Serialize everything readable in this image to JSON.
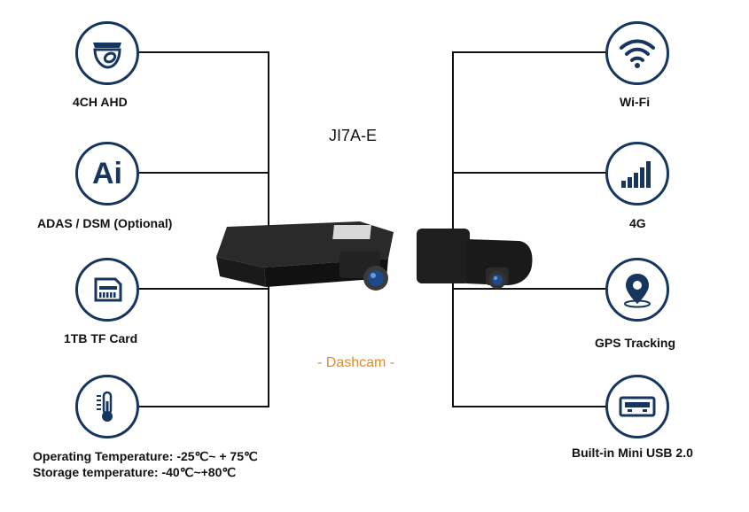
{
  "product_name": "JI7A-E",
  "caption": "- Dashcam -",
  "colors": {
    "icon_stroke": "#16365f",
    "caption": "#e88a1a",
    "lines": "#111111"
  },
  "left_features": [
    {
      "icon": "camera-dome-icon",
      "label": "4CH AHD"
    },
    {
      "icon": "ai-icon",
      "label": "ADAS / DSM (Optional)",
      "icon_text": "Ai"
    },
    {
      "icon": "memory-card-icon",
      "label": "1TB TF Card"
    },
    {
      "icon": "thermometer-icon",
      "label_lines": [
        "Operating Temperature: -25℃~ + 75℃",
        "Storage temperature: -40℃~+80℃"
      ]
    }
  ],
  "right_features": [
    {
      "icon": "wifi-icon",
      "label": "Wi-Fi"
    },
    {
      "icon": "signal-bars-icon",
      "label": "4G"
    },
    {
      "icon": "location-pin-icon",
      "label": "GPS Tracking"
    },
    {
      "icon": "usb-icon",
      "label": "Built-in Mini USB 2.0"
    }
  ]
}
